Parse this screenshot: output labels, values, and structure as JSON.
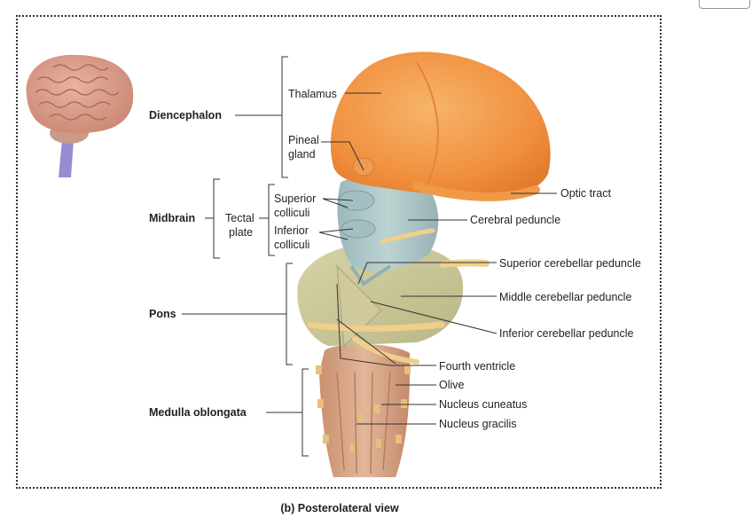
{
  "figure": {
    "caption": "(b) Posterolateral view"
  },
  "regions": {
    "diencephalon": "Diencephalon",
    "midbrain": "Midbrain",
    "pons": "Pons",
    "medulla": "Medulla oblongata"
  },
  "sublabels": {
    "tectal_line1": "Tectal",
    "tectal_line2": "plate"
  },
  "structures": {
    "thalamus": "Thalamus",
    "pineal_line1": "Pineal",
    "pineal_line2": "gland",
    "superior_colliculi_line1": "Superior",
    "superior_colliculi_line2": "colliculi",
    "inferior_colliculi_line1": "Inferior",
    "inferior_colliculi_line2": "colliculi",
    "optic_tract": "Optic tract",
    "cerebral_peduncle": "Cerebral peduncle",
    "superior_cerebellar_peduncle": "Superior cerebellar peduncle",
    "middle_cerebellar_peduncle": "Middle cerebellar peduncle",
    "inferior_cerebellar_peduncle": "Inferior cerebellar peduncle",
    "fourth_ventricle": "Fourth ventricle",
    "olive": "Olive",
    "nucleus_cuneatus": "Nucleus cuneatus",
    "nucleus_gracilis": "Nucleus gracilis"
  },
  "colors": {
    "thalamus": "#f29a4a",
    "midbrain": "#a9c4c4",
    "pons_cerebellar": "#c9c79a",
    "medulla": "#d7a98a",
    "nerve_tract": "#f3d79a",
    "brain_icon": "#d79a86",
    "brainstem_icon": "#9a8ad0"
  }
}
